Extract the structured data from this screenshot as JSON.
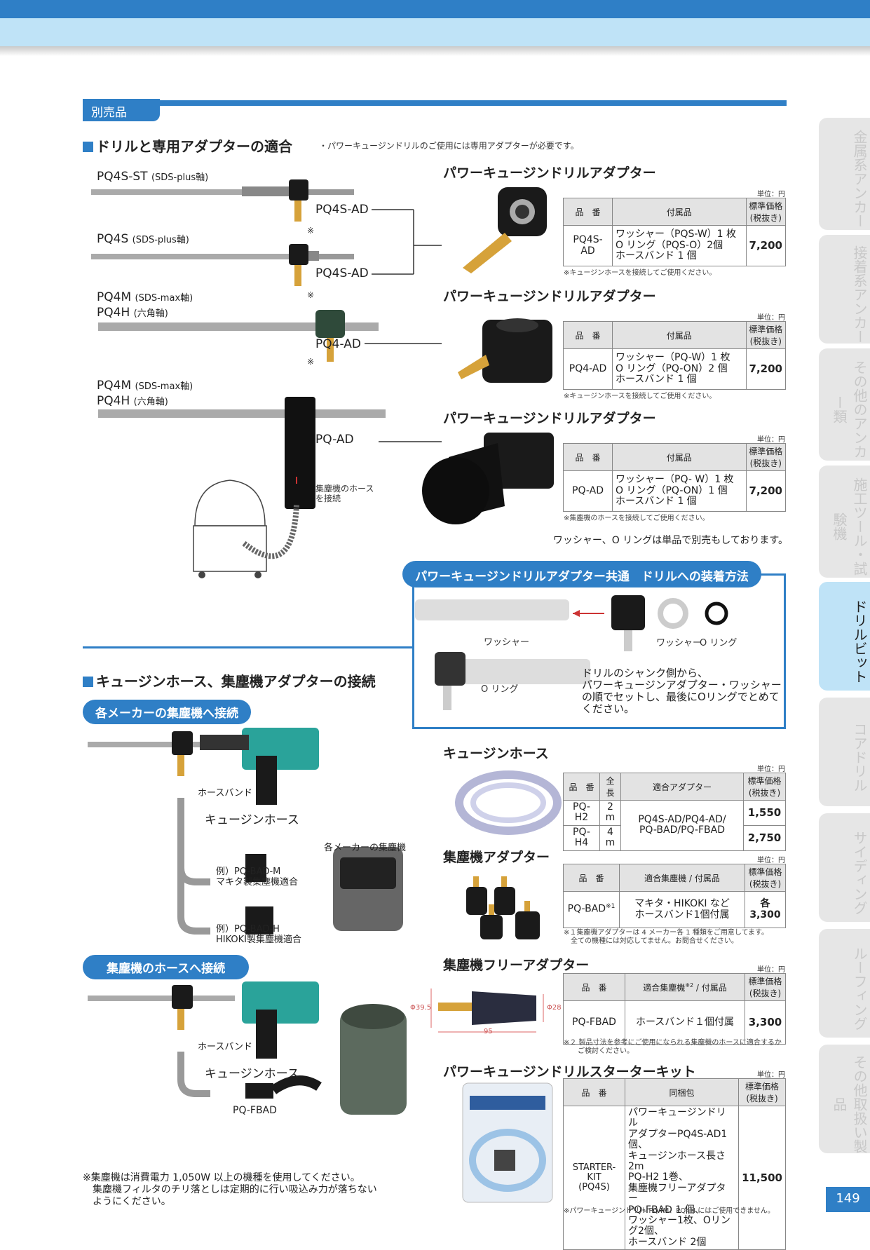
{
  "section_label": "別売品",
  "h_adapter_fit": "ドリルと専用アダプターの適合",
  "note_adapter_required": "・パワーキュージンドリルのご使用には専用アダプターが必要です。",
  "drills": [
    {
      "name": "PQ4S-ST",
      "shaft": "(SDS-plus軸)",
      "adapter": "PQ4S-AD"
    },
    {
      "name": "PQ4S",
      "shaft": "(SDS-plus軸)",
      "adapter": "PQ4S-AD"
    },
    {
      "name": "PQ4M",
      "shaft": "(SDS-max軸)",
      "name2": "PQ4H",
      "shaft2": "(六角軸)",
      "adapter": "PQ4-AD"
    },
    {
      "name": "PQ4M",
      "shaft": "(SDS-max軸)",
      "name2": "PQ4H",
      "shaft2": "(六角軸)",
      "adapter": "PQ-AD"
    }
  ],
  "asterisk": "※",
  "vacuum_hose_note": "集塵機のホース\nを接続",
  "table_headers": {
    "part_no": "品　番",
    "accessories": "付属品",
    "price": "標準価格\n(税抜き)",
    "unit": "単位：円",
    "length": "全長",
    "fit_adapter": "適合アダプター",
    "fit_vacuum": "適合集塵機 / 付属品",
    "fit_vacuum2": "適合集塵機",
    "fit_vacuum2_sup": "※2",
    "fit_vacuum2_tail": " / 付属品",
    "bundle": "同梱包"
  },
  "adapters": [
    {
      "title": "パワーキュージンドリルアダプター",
      "part": "PQ4S-AD",
      "acc": "ワッシャー（PQS-W）1 枚\nO リング（PQS-O）2個\nホースバンド 1 個",
      "price": "7,200",
      "note": "※キュージンホースを接続してご使用ください。"
    },
    {
      "title": "パワーキュージンドリルアダプター",
      "part": "PQ4-AD",
      "acc": "ワッシャー（PQ-W）1 枚\nO リング（PQ-ON）2 個\nホースバンド 1 個",
      "price": "7,200",
      "note": "※キュージンホースを接続してご使用ください。"
    },
    {
      "title": "パワーキュージンドリルアダプター",
      "part": "PQ-AD",
      "acc": "ワッシャー（PQ- W）1 枚\nO リング（PQ-ON）1 個\nホースバンド 1 個",
      "price": "7,200",
      "note": "※集塵機のホースを接続してご使用ください。"
    }
  ],
  "washer_note": "ワッシャー、O リングは単品で別売もしております。",
  "install": {
    "title": "パワーキュージンドリルアダプター共通　ドリルへの装着方法",
    "washer": "ワッシャー",
    "oring": "O リング",
    "washer2": "ワッシャー",
    "oring2": "O リング",
    "desc": "ドリルのシャンク側から、\nパワーキュージンアダプター・ワッシャー\nの順でセットし、最後にOリングでとめて\nください。"
  },
  "h_hose": "キュージンホース、集塵機アダプターの接続",
  "pill_makers": "各メーカーの集塵機へ接続",
  "pill_hose": "集塵機のホースへ接続",
  "conn_labels": {
    "hose_band": "ホースバンド",
    "kyujin_hose": "キュージンホース",
    "maker_vac": "各メーカーの集塵機",
    "ex_m": "例）PQ-BAD-M\nマキタ製集塵機適合",
    "ex_h": "例）PQ-BAD-H\nHIKOKI製集塵機適合",
    "hose_band2": "ホースバンド",
    "kyujin_hose2": "キュージンホース",
    "fbad": "PQ-FBAD"
  },
  "vac_note": "※集塵機は消費電力 1,050W 以上の機種を使用してください。\n　集塵機フィルタのチリ落としは定期的に行い吸込み力が落ちない\n　ようにください。",
  "hose": {
    "title": "キュージンホース",
    "rows": [
      {
        "part": "PQ-H2",
        "len": "2 m",
        "price": "1,550"
      },
      {
        "part": "PQ-H4",
        "len": "4 m",
        "price": "2,750"
      }
    ],
    "fit": "PQ4S-AD/PQ4-AD/\nPQ-BAD/PQ-FBAD"
  },
  "bad": {
    "title": "集塵機アダプター",
    "part": "PQ-BAD",
    "sup": "※1",
    "fit": "マキタ・HIKOKI など\nホースバンド1個付属",
    "price": "各 3,300",
    "note": "※１集塵機アダプターは 4 メーカー各 1 種類をご用意してます。\n　全ての機種には対応してません。お問合せください。"
  },
  "fbad": {
    "title": "集塵機フリーアダプター",
    "part": "PQ-FBAD",
    "fit": "ホースバンド１個付属",
    "price": "3,300",
    "dim_d1": "Φ39.5",
    "dim_d2": "Φ28",
    "dim_len": "95",
    "note": "※２ 製品寸法を参考にご使用になられる集塵機のホースに適合するか\n　　ご検討ください。"
  },
  "kit": {
    "title": "パワーキュージンドリルスターターキット",
    "part": "STARTER-KIT\n(PQ4S)",
    "bundle": "パワーキュージンドリル\nアダプターPQ4S-AD1 個、\nキュージンホース長さ2m\nPQ-H2 1巻、\n集塵機フリーアダプター\nPQ-FBAD 1 個、\nワッシャー1枚、Oリング2個、\nホースバンド 2個",
    "price": "11,500",
    "note": "※パワーキュージンドリル PQ4M、PQ4H にはご使用できません。"
  },
  "side_tabs": [
    "金属系アンカー",
    "接着系アンカー",
    "その他のアンカー類",
    "施工ツール・試験機",
    "ドリルビット",
    "コアドリル",
    "サイディング",
    "ルーフィング",
    "その他取扱い製品"
  ],
  "page_number": "149",
  "colors": {
    "brand": "#2f7fc6",
    "light": "#bfe3f7"
  }
}
